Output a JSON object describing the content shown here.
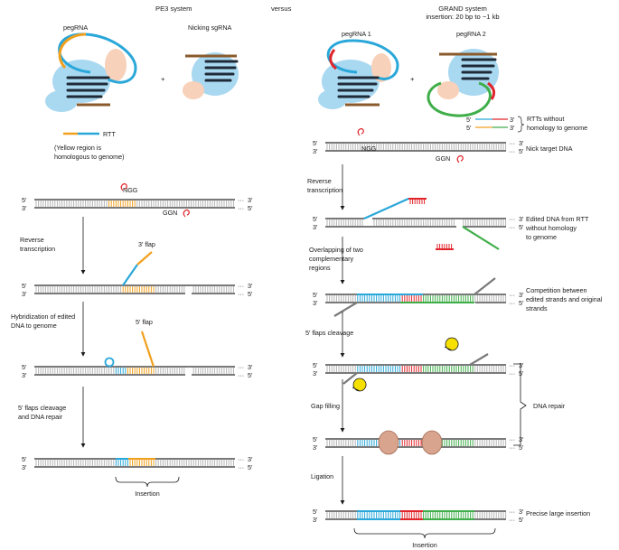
{
  "header": {
    "left_title": "PE3 system",
    "versus": "versus",
    "right_title": "GRAND system",
    "right_subtitle": "insertion: 20 bp to ~1 kb"
  },
  "pe3": {
    "pegrna_label": "pegRNA",
    "plus": "+",
    "nicking_label": "Nicking sgRNA",
    "rtt_label": "RTT",
    "yellow_note_1": "(Yellow region is",
    "yellow_note_2": "homologous to genome)",
    "ngg": "NGG",
    "ggn": "GGN",
    "step1_1": "Reverse",
    "step1_2": "transcription",
    "flap3": "3′ flap",
    "step2_1": "Hybridization of edited",
    "step2_2": "DNA to genome",
    "flap5": "5′ flap",
    "step3_1": "5′ flaps cleavage",
    "step3_2": "and DNA repair",
    "insertion": "Insertion"
  },
  "grand": {
    "pegrna1_label": "pegRNA 1",
    "plus": "+",
    "pegrna2_label": "pegRNA 2",
    "rtt_note_1": "RTTs without",
    "rtt_note_2": "homology to genome",
    "ngg": "NGG",
    "ggn": "GGN",
    "nick_label": "Nick target DNA",
    "step1_1": "Reverse",
    "step1_2": "transcription",
    "edited_1": "Edited DNA from RTT",
    "edited_2": "without homology",
    "edited_3": "to genome",
    "step2_1": "Overlapping of two",
    "step2_2": "complementary",
    "step2_3": "regions",
    "competition_1": "Competition between",
    "competition_2": "edited strands and original",
    "competition_3": "strands",
    "step3": "5′ flaps cleavage",
    "step4": "Gap filling",
    "dna_repair": "DNA repair",
    "step5": "Ligation",
    "precise": "Precise large insertion",
    "insertion": "Insertion"
  },
  "strand": {
    "five": "5′",
    "three": "3′",
    "dots": "···"
  },
  "colors": {
    "backbone": "#7a7a7a",
    "rung": "#b5b5b5",
    "rtt_blue": "#2aa7d9",
    "homology_orange": "#f0a01e",
    "red": "#e0242a",
    "green": "#3fae49",
    "cas9_blue": "#a9d8f1",
    "cas9_peach": "#f7d1b9",
    "scaffold": "#1e2a38",
    "spacer_brown": "#8a5a2b",
    "exo_yellow": "#f6e000",
    "polymerase": "#d8a48e"
  }
}
